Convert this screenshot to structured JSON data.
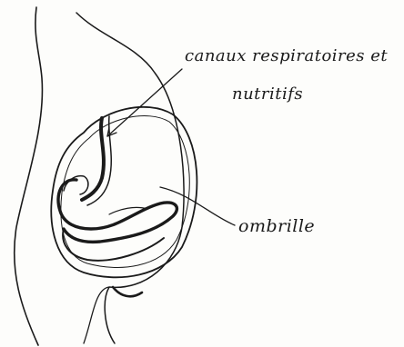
{
  "labels": {
    "canaux_line1": "canaux respiratoires et",
    "canaux_line2": "nutritifs",
    "nombril": "ombrille"
  },
  "colors": {
    "ink": "#1a1a1a",
    "paper": "#fdfdfb"
  }
}
